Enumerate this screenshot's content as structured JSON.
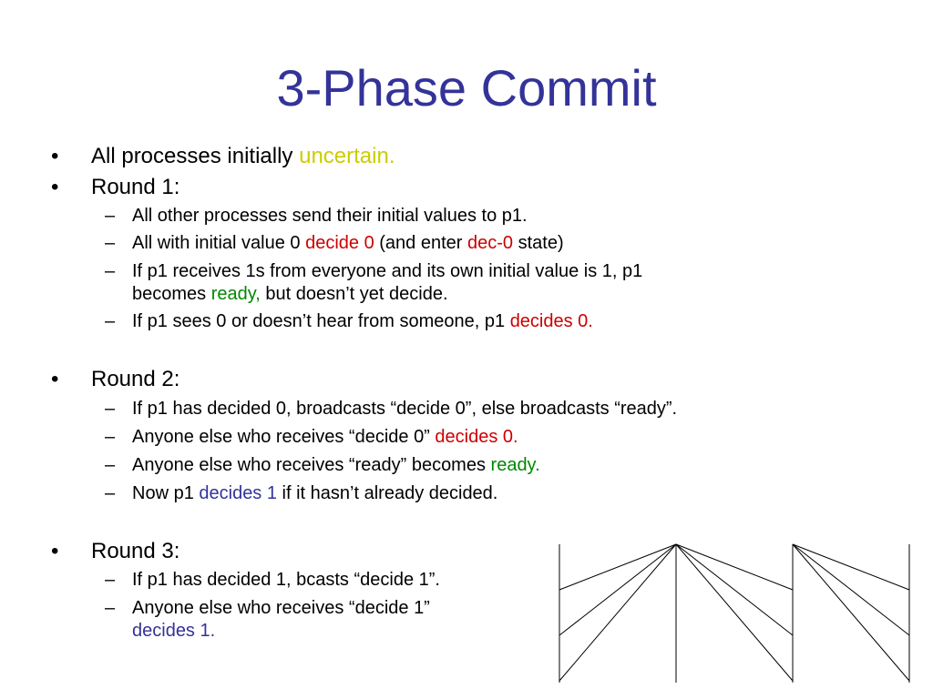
{
  "title": "3-Phase Commit",
  "bullets": {
    "b1": {
      "text": "All processes initially ",
      "highlight": "uncertain."
    },
    "b2": {
      "text": "Round 1:"
    },
    "r1_1": {
      "text": "All other processes send their initial values to p1."
    },
    "r1_2": {
      "a": "All with initial value 0 ",
      "b": "decide 0",
      "c": " (and enter ",
      "d": "dec-0",
      "e": " state)"
    },
    "r1_3": {
      "line1": "If p1 receives 1s from everyone and its own initial value is 1, p1",
      "a": "becomes ",
      "b": "ready,",
      "c": " but doesn’t yet decide."
    },
    "r1_4": {
      "a": "If p1 sees 0 or doesn’t hear from someone, p1 ",
      "b": "decides 0."
    },
    "b3": {
      "text": "Round 2:"
    },
    "r2_1": {
      "text": "If p1 has decided 0, broadcasts “decide 0”, else broadcasts “ready”."
    },
    "r2_2": {
      "a": "Anyone else who receives “decide 0” ",
      "b": "decides 0."
    },
    "r2_3": {
      "a": "Anyone else who receives “ready” becomes ",
      "b": "ready."
    },
    "r2_4": {
      "a": "Now p1 ",
      "b": "decides 1",
      "c": " if it hasn’t already decided."
    },
    "b4": {
      "text": "Round 3:"
    },
    "r3_1": {
      "text": "If p1 has decided 1, bcasts “decide 1”."
    },
    "r3_2": {
      "line1": "Anyone else who receives “decide 1”",
      "b": "decides 1."
    }
  },
  "symbols": {
    "bullet": "•",
    "dash": "–"
  },
  "colors": {
    "title": "#333399",
    "uncertain": "#cccc00",
    "decide0": "#cc0000",
    "ready": "#008800",
    "decide1": "#333399"
  }
}
